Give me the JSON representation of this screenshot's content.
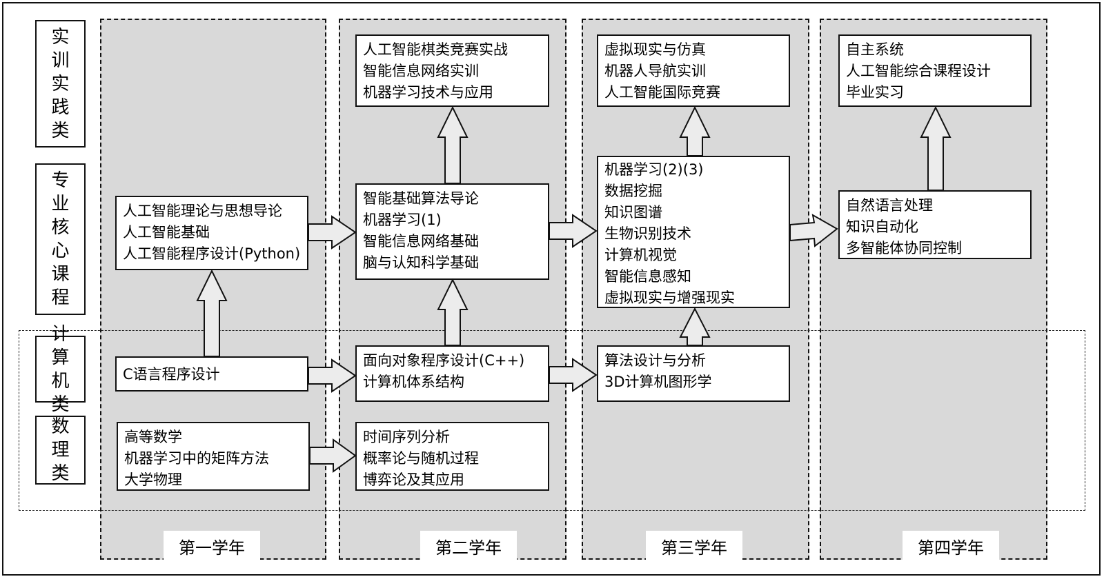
{
  "categories": {
    "practice": "实训实践类",
    "core": "专业核心课程",
    "computer": "计算机类",
    "math": "数理类"
  },
  "years": [
    "第一学年",
    "第二学年",
    "第三学年",
    "第四学年"
  ],
  "courses": {
    "y1_core": [
      "人工智能理论与思想导论",
      "人工智能基础",
      "人工智能程序设计(Python)"
    ],
    "y1_computer": [
      "C语言程序设计"
    ],
    "y1_math": [
      "高等数学",
      "机器学习中的矩阵方法",
      "大学物理"
    ],
    "y2_practice": [
      "人工智能棋类竞赛实战",
      "智能信息网络实训",
      "机器学习技术与应用"
    ],
    "y2_core": [
      "智能基础算法导论",
      "机器学习(1)",
      "智能信息网络基础",
      "脑与认知科学基础"
    ],
    "y2_computer": [
      "面向对象程序设计(C++)",
      "计算机体系结构"
    ],
    "y2_math": [
      "时间序列分析",
      "概率论与随机过程",
      "博弈论及其应用"
    ],
    "y3_practice": [
      "虚拟现实与仿真",
      "机器人导航实训",
      "人工智能国际竞赛"
    ],
    "y3_core": [
      "机器学习(2)(3)",
      "数据挖掘",
      "知识图谱",
      "生物识别技术",
      "计算机视觉",
      "智能信息感知",
      "虚拟现实与增强现实"
    ],
    "y3_computer": [
      "算法设计与分析",
      "3D计算机图形学"
    ],
    "y4_practice": [
      "自主系统",
      "人工智能综合课程设计",
      "毕业实习"
    ],
    "y4_core": [
      "自然语言处理",
      "知识自动化",
      "多智能体协同控制"
    ]
  },
  "colors": {
    "column_fill": "#d9d9d9",
    "arrow_fill": "#ececec",
    "stroke": "#111111"
  }
}
